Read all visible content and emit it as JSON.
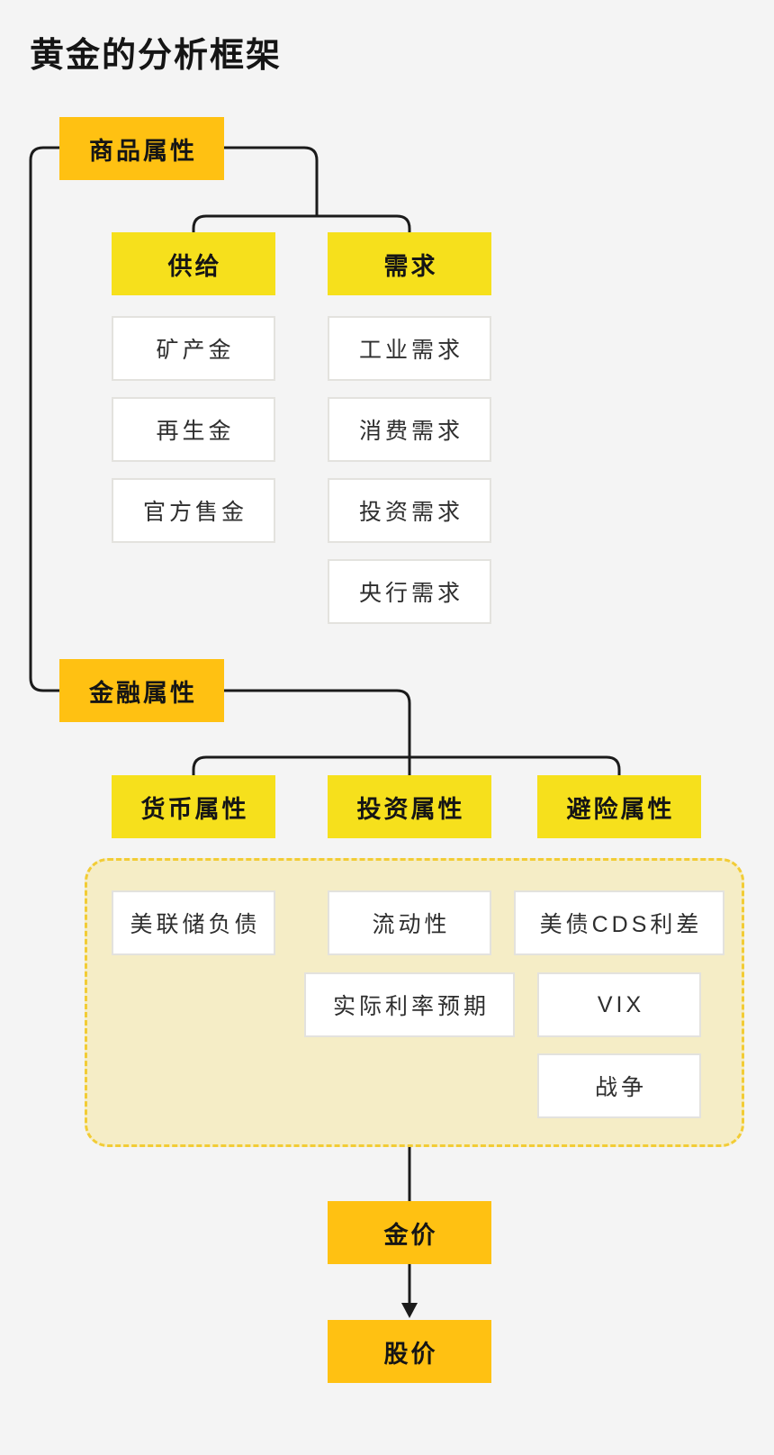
{
  "title": "黄金的分析框架",
  "colors": {
    "page_bg": "#F4F4F4",
    "primary_node": "#FFC112",
    "secondary_node": "#F6E01C",
    "leaf_bg": "#FFFFFF",
    "leaf_border": "#E3E2DE",
    "group_bg": "#F5EDC6",
    "group_border": "#F2CC35",
    "connector": "#1B1B1B"
  },
  "tree": {
    "commodity": {
      "label": "商品属性"
    },
    "supply": {
      "label": "供给",
      "items": [
        "矿产金",
        "再生金",
        "官方售金"
      ]
    },
    "demand": {
      "label": "需求",
      "items": [
        "工业需求",
        "消费需求",
        "投资需求",
        "央行需求"
      ]
    },
    "financial": {
      "label": "金融属性"
    },
    "monetary": {
      "label": "货币属性",
      "items": [
        "美联储负债"
      ]
    },
    "investment": {
      "label": "投资属性",
      "items": [
        "流动性",
        "实际利率预期"
      ]
    },
    "hedge": {
      "label": "避险属性",
      "items": [
        "美债CDS利差",
        "VIX",
        "战争"
      ]
    },
    "gold_price": {
      "label": "金价"
    },
    "stock_price": {
      "label": "股价"
    }
  }
}
